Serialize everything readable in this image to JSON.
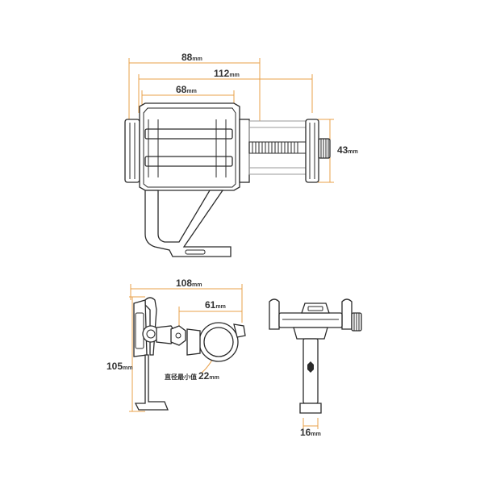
{
  "colors": {
    "dimension_line": "#e8a04a",
    "outline": "#2a2a2a",
    "background": "#ffffff",
    "text": "#333333"
  },
  "unit": "mm",
  "top_view": {
    "width_overall": "88",
    "width_extended": "112",
    "width_inner": "68",
    "clamp_height": "43"
  },
  "side_view": {
    "length_overall": "108",
    "offset": "61",
    "height": "105",
    "clamp_diameter_label": "直径最小值",
    "clamp_diameter": "22"
  },
  "rear_view": {
    "stem_width": "16"
  }
}
